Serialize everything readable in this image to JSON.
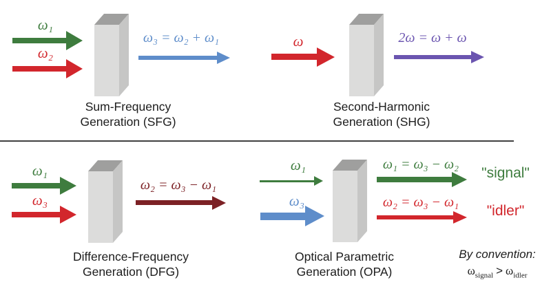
{
  "colors": {
    "green": "#3e7c3e",
    "red": "#d2262c",
    "blue": "#5e8dca",
    "purple": "#6b55b0",
    "dark_red": "#7c2125",
    "crystal_front": "#dcdcdb",
    "crystal_side": "#c6c6c5",
    "crystal_top": "#9f9f9e",
    "text": "#1c1c1c",
    "divider": "#404040"
  },
  "sfg": {
    "title": "Sum-Frequency\nGeneration (SFG)",
    "input1_label": "ω₁",
    "input2_label": "ω₂",
    "output_label": "ω₃ = ω₂ + ω₁"
  },
  "shg": {
    "title": "Second-Harmonic\nGeneration (SHG)",
    "input_label": "ω",
    "output_label": "2ω = ω + ω"
  },
  "dfg": {
    "title": "Difference-Frequency\nGeneration (DFG)",
    "input1_label": "ω₁",
    "input2_label": "ω₃",
    "output_label": "ω₂ = ω₃ − ω₁"
  },
  "opa": {
    "title": "Optical Parametric\nGeneration (OPA)",
    "input1_label": "ω₁",
    "input2_label": "ω₃",
    "output1_label": "ω₁ = ω₃ − ω₂",
    "output2_label": "ω₂ = ω₃ − ω₁",
    "signal_label": "\"signal\"",
    "idler_label": "\"idler\"",
    "convention": {
      "heading": "By convention:",
      "omega1": "ω",
      "sub1": "signal",
      "gt": ">",
      "omega2": "ω",
      "sub2": "idler"
    }
  }
}
